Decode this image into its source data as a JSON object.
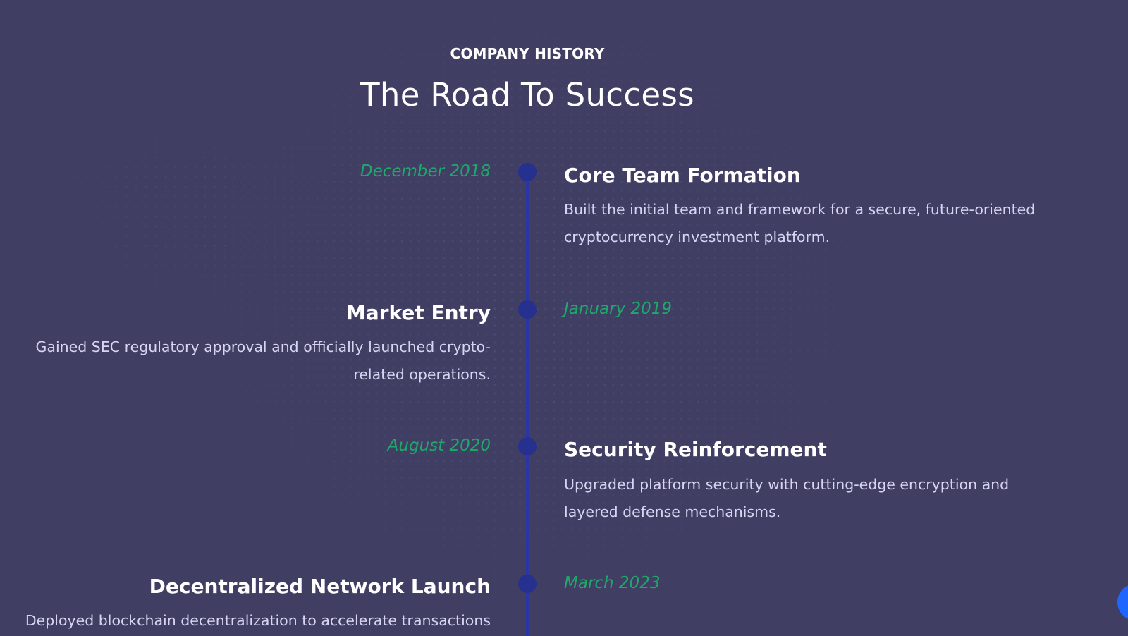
{
  "header": {
    "kicker": "COMPANY HISTORY",
    "title": "The Road To Success"
  },
  "timeline": [
    {
      "date": "December 2018",
      "title": "Core Team Formation",
      "description_line1": "Built the initial team and framework for a secure, future-oriented",
      "description_line2": "cryptocurrency investment platform."
    },
    {
      "date": "January 2019",
      "title": "Market Entry",
      "description_line1": "Gained SEC regulatory approval and officially launched crypto-",
      "description_line2": "related operations."
    },
    {
      "date": "August 2020",
      "title": "Security Reinforcement",
      "description_line1": "Upgraded platform security with cutting-edge encryption and",
      "description_line2": "layered defense mechanisms."
    },
    {
      "date": "March 2023",
      "title": "Decentralized Network Launch",
      "description_line1": "Deployed blockchain decentralization to accelerate transactions",
      "description_line2": ""
    }
  ],
  "colors": {
    "background": "#413e63",
    "accent_date": "#1fa86a",
    "timeline": "#2a36a8",
    "fab": "#1f66ff"
  }
}
